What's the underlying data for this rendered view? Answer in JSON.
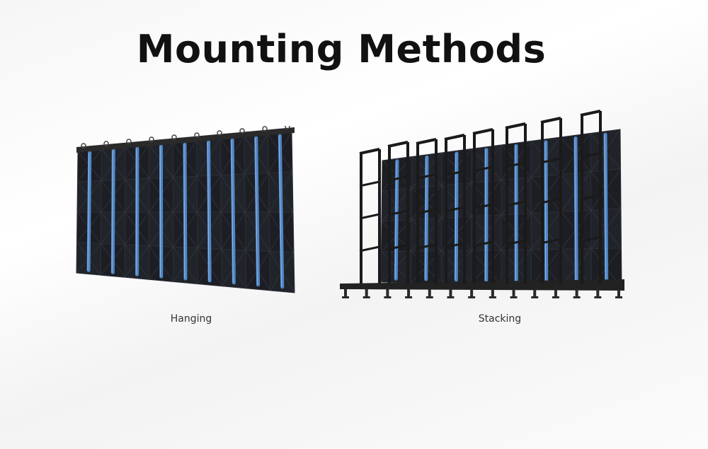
{
  "title": "Mounting Methods",
  "methods": [
    {
      "label": "Hanging",
      "illustration": "hanging-led-wall"
    },
    {
      "label": "Stacking",
      "illustration": "stacked-led-wall-with-ground-frames"
    }
  ],
  "colors": {
    "panel": "#1b1d22",
    "panel_edge": "#2c2f36",
    "accent_blue": "#4f86c6",
    "frame": "#1a1a1a",
    "text": "#111111"
  }
}
